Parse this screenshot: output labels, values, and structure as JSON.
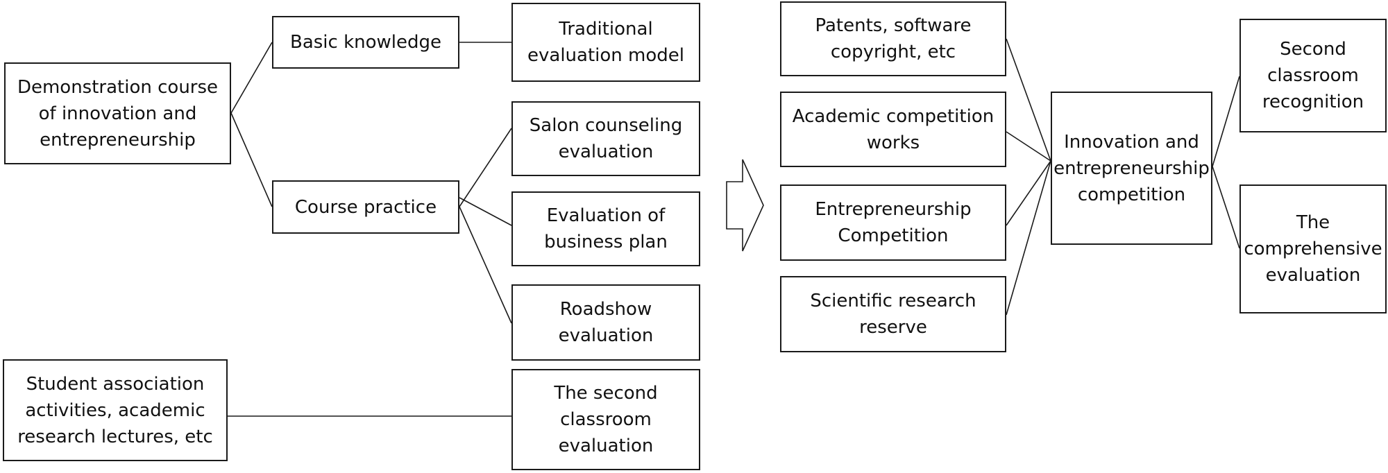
{
  "diagram": {
    "nodes": {
      "demo_course": "Demonstration course\nof innovation and\nentrepreneurship",
      "basic_knowledge": "Basic knowledge",
      "course_practice": "Course practice",
      "traditional_eval": "Traditional\nevaluation model",
      "salon_eval": "Salon counseling\nevaluation",
      "business_plan_eval": "Evaluation of\nbusiness plan",
      "roadshow_eval": "Roadshow\nevaluation",
      "student_activities": "Student association\nactivities, academic\nresearch lectures, etc",
      "second_classroom_eval": "The second\nclassroom\nevaluation",
      "patents": "Patents, software\ncopyright, etc",
      "academic_works": "Academic competition\nworks",
      "entrepreneurship_comp": "Entrepreneurship\nCompetition",
      "research_reserve": "Scientific research\nreserve",
      "innovation_comp": "Innovation and\nentrepreneurship\ncompetition",
      "second_recognition": "Second\nclassroom\nrecognition",
      "comprehensive_eval": "The\ncomprehensive\nevaluation"
    }
  }
}
